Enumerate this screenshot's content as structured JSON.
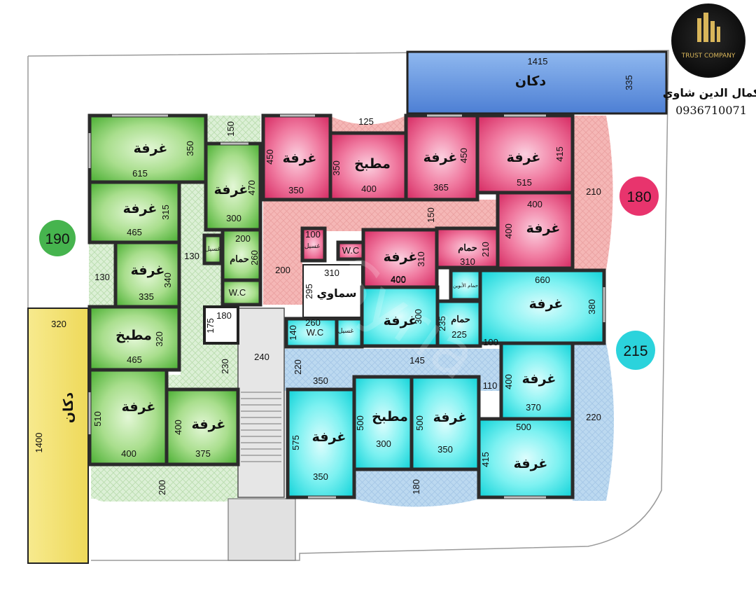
{
  "brand": {
    "company": "TRUST COMPANY",
    "owner": "كمال الدين شاوي",
    "phone": "0936710071"
  },
  "unit_badges": [
    "190",
    "180",
    "215"
  ],
  "shops": [
    {
      "name": "دكان",
      "width": "1415",
      "depth": "335"
    },
    {
      "name": "دكان",
      "width": "320",
      "depth": "1400"
    }
  ],
  "apartment_green": {
    "rooms": [
      {
        "name": "غرفة",
        "w": "615",
        "h": "350"
      },
      {
        "name": "غرفة",
        "w": "300",
        "h": "470"
      },
      {
        "name": "غرفة",
        "w": "465",
        "h": "315"
      },
      {
        "name": "غرفة",
        "w": "335",
        "h": "340"
      },
      {
        "name": "مطبخ",
        "w": "465",
        "h": "320"
      },
      {
        "name": "غرفة",
        "w": "400",
        "h": "510"
      },
      {
        "name": "غرفة",
        "w": "375",
        "h": "400"
      }
    ],
    "bath": {
      "name": "حمام",
      "w": "200",
      "h": "260",
      "wash": "غسيل",
      "wc": "W.C"
    },
    "dims": [
      "150",
      "130",
      "130",
      "180",
      "175",
      "230",
      "200"
    ]
  },
  "apartment_pink": {
    "rooms": [
      {
        "name": "غرفة",
        "w": "350",
        "h": "450"
      },
      {
        "name": "مطبخ",
        "w": "400",
        "h": "350"
      },
      {
        "name": "غرفة",
        "w": "365",
        "h": "450"
      },
      {
        "name": "غرفة",
        "w": "515",
        "h": "415"
      },
      {
        "name": "غرفة",
        "w": "400",
        "h": "400"
      },
      {
        "name": "غرفة",
        "w": "400",
        "h": "310"
      }
    ],
    "bath": {
      "name": "حمام",
      "w": "310",
      "h": "210"
    },
    "wash": {
      "name": "غسيل",
      "w": "100"
    },
    "wc": "W.C",
    "dims": [
      "125",
      "150",
      "210",
      "200"
    ]
  },
  "skylight": {
    "name": "سماوي",
    "w": "310",
    "h": "295"
  },
  "stair": {
    "width": "240"
  },
  "apartment_cyan": {
    "rooms": [
      {
        "name": "غرفة",
        "w": "660",
        "h": "380"
      },
      {
        "name": "غرفة",
        "w": "400",
        "h": "300"
      },
      {
        "name": "غرفة",
        "w": "370",
        "h": "400"
      },
      {
        "name": "غرفة",
        "w": "350",
        "h": "575"
      },
      {
        "name": "مطبخ",
        "w": "300",
        "h": "500"
      },
      {
        "name": "غرفة",
        "w": "350",
        "h": "500"
      },
      {
        "name": "غرفة",
        "w": "500",
        "h": "415"
      }
    ],
    "bath": {
      "name": "حمام",
      "w": "225",
      "h": "235"
    },
    "parents_bath": "حمام الأبوين",
    "wc": {
      "name": "W.C",
      "w": "260",
      "h": "140"
    },
    "wash": "غسيل",
    "dims": [
      "100",
      "220",
      "145",
      "350",
      "110",
      "220",
      "180"
    ]
  }
}
